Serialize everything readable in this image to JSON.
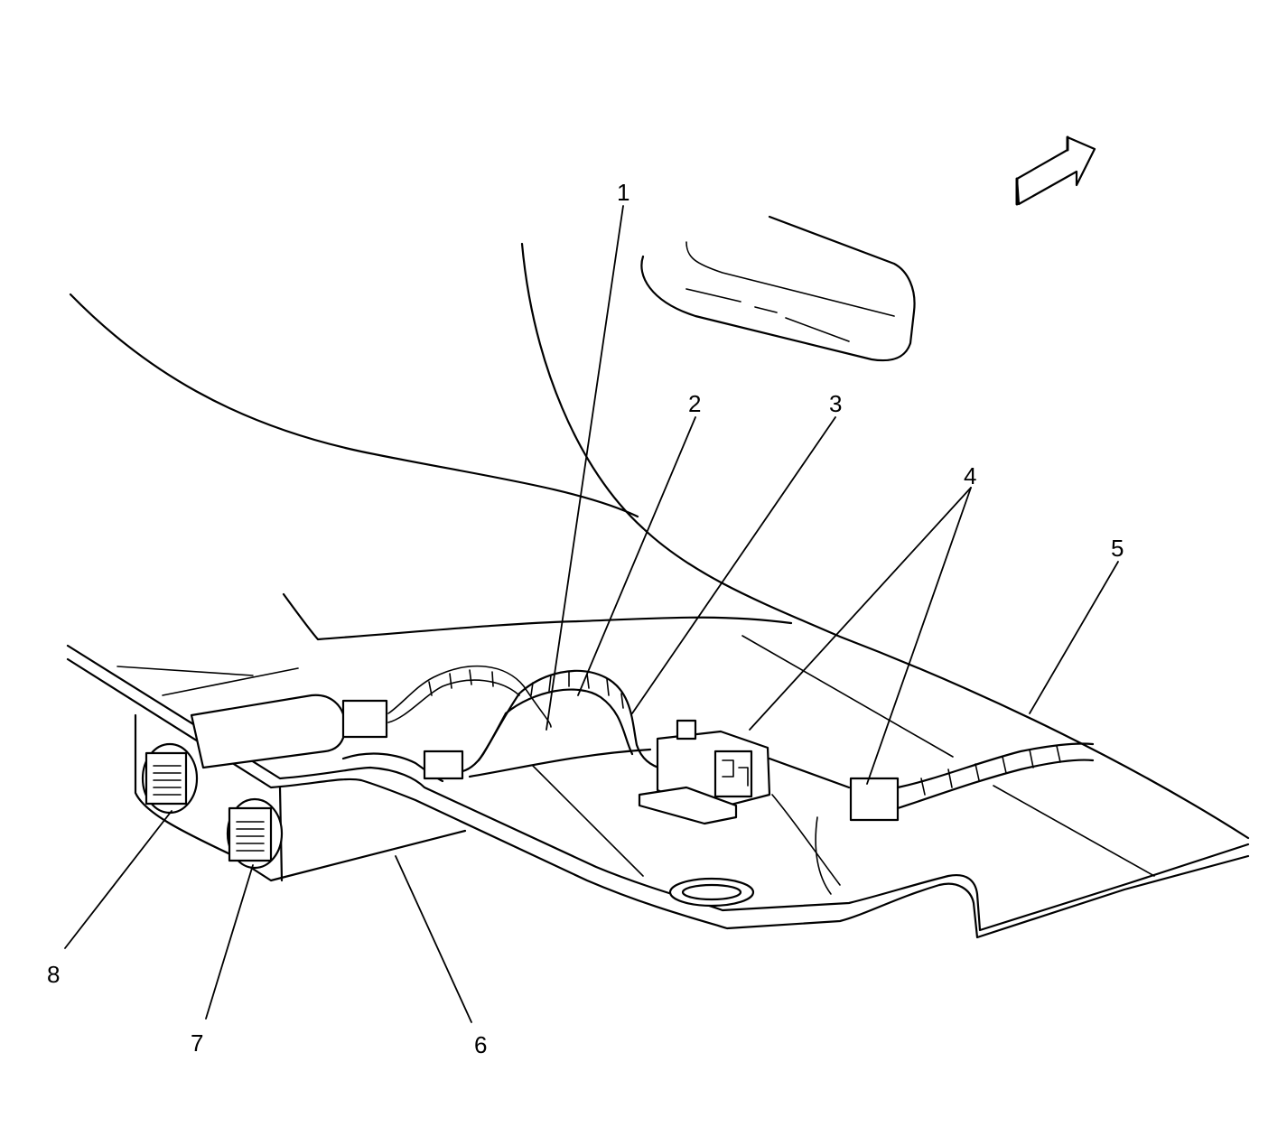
{
  "callouts": [
    {
      "id": "1",
      "label": "1"
    },
    {
      "id": "2",
      "label": "2"
    },
    {
      "id": "3",
      "label": "3"
    },
    {
      "id": "4",
      "label": "4"
    },
    {
      "id": "5",
      "label": "5"
    },
    {
      "id": "6",
      "label": "6"
    },
    {
      "id": "7",
      "label": "7"
    },
    {
      "id": "8",
      "label": "8"
    }
  ],
  "icons": {
    "direction_arrow": "forward-arrow-icon"
  },
  "colors": {
    "line": "#000000",
    "background": "#ffffff"
  }
}
